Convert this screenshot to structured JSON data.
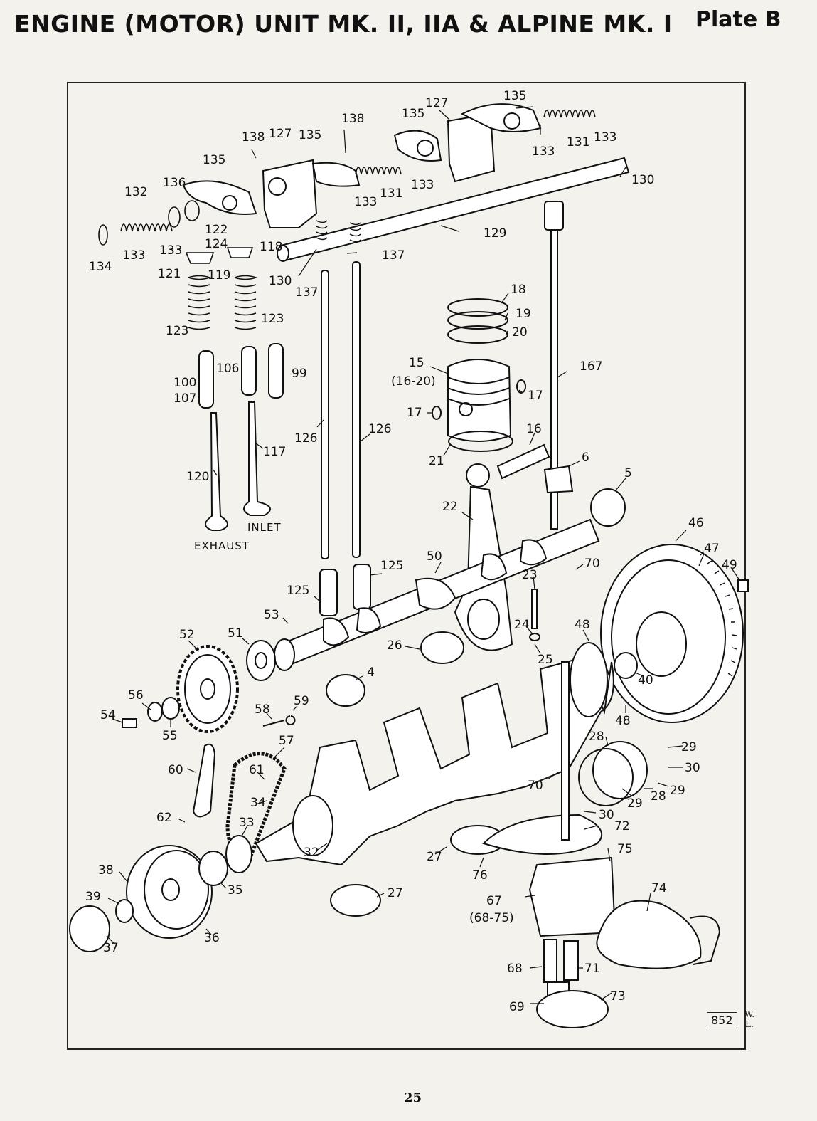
{
  "header": {
    "title": "ENGINE (MOTOR) UNIT MK. II, IIA & ALPINE MK. I",
    "plate": "Plate B"
  },
  "notes": {
    "exhaust": "EXHAUST",
    "inlet": "INLET"
  },
  "callouts": [
    {
      "id": "c135a",
      "text": "135"
    },
    {
      "id": "c127a",
      "text": "127"
    },
    {
      "id": "c135b",
      "text": "135"
    },
    {
      "id": "c138a",
      "text": "138"
    },
    {
      "id": "c138b",
      "text": "138"
    },
    {
      "id": "c127b",
      "text": "127"
    },
    {
      "id": "c135c",
      "text": "135"
    },
    {
      "id": "c135d",
      "text": "135"
    },
    {
      "id": "c133a",
      "text": "133"
    },
    {
      "id": "c131a",
      "text": "131"
    },
    {
      "id": "c133b",
      "text": "133"
    },
    {
      "id": "c130a",
      "text": "130"
    },
    {
      "id": "c136",
      "text": "136"
    },
    {
      "id": "c132",
      "text": "132"
    },
    {
      "id": "c133c",
      "text": "133"
    },
    {
      "id": "c131b",
      "text": "131"
    },
    {
      "id": "c133d",
      "text": "133"
    },
    {
      "id": "c133e",
      "text": "133"
    },
    {
      "id": "c129",
      "text": "129"
    },
    {
      "id": "c122",
      "text": "122"
    },
    {
      "id": "c124",
      "text": "124"
    },
    {
      "id": "c118",
      "text": "118"
    },
    {
      "id": "c137a",
      "text": "137"
    },
    {
      "id": "c134",
      "text": "134"
    },
    {
      "id": "c133f",
      "text": "133"
    },
    {
      "id": "c133g",
      "text": "133"
    },
    {
      "id": "c121",
      "text": "121"
    },
    {
      "id": "c119",
      "text": "119"
    },
    {
      "id": "c130b",
      "text": "130"
    },
    {
      "id": "c137b",
      "text": "137"
    },
    {
      "id": "c18",
      "text": "18"
    },
    {
      "id": "c19",
      "text": "19"
    },
    {
      "id": "c20",
      "text": "20"
    },
    {
      "id": "c123a",
      "text": "123"
    },
    {
      "id": "c123b",
      "text": "123"
    },
    {
      "id": "c167",
      "text": "167"
    },
    {
      "id": "c15",
      "text": "15"
    },
    {
      "id": "c1620",
      "text": "(16-20)"
    },
    {
      "id": "c17a",
      "text": "17"
    },
    {
      "id": "c100",
      "text": "100"
    },
    {
      "id": "c106",
      "text": "106"
    },
    {
      "id": "c99",
      "text": "99"
    },
    {
      "id": "c107",
      "text": "107"
    },
    {
      "id": "c17b",
      "text": "17"
    },
    {
      "id": "c126a",
      "text": "126"
    },
    {
      "id": "c126b",
      "text": "126"
    },
    {
      "id": "c16",
      "text": "16"
    },
    {
      "id": "c21",
      "text": "21"
    },
    {
      "id": "c117",
      "text": "117"
    },
    {
      "id": "c6",
      "text": "6"
    },
    {
      "id": "c120",
      "text": "120"
    },
    {
      "id": "c5",
      "text": "5"
    },
    {
      "id": "c22",
      "text": "22"
    },
    {
      "id": "c46",
      "text": "46"
    },
    {
      "id": "c47",
      "text": "47"
    },
    {
      "id": "c50",
      "text": "50"
    },
    {
      "id": "c70a",
      "text": "70"
    },
    {
      "id": "c49",
      "text": "49"
    },
    {
      "id": "c125a",
      "text": "125"
    },
    {
      "id": "c23",
      "text": "23"
    },
    {
      "id": "c125b",
      "text": "125"
    },
    {
      "id": "c53",
      "text": "53"
    },
    {
      "id": "c24",
      "text": "24"
    },
    {
      "id": "c48a",
      "text": "48"
    },
    {
      "id": "c52",
      "text": "52"
    },
    {
      "id": "c51",
      "text": "51"
    },
    {
      "id": "c26",
      "text": "26"
    },
    {
      "id": "c25",
      "text": "25"
    },
    {
      "id": "c40",
      "text": "40"
    },
    {
      "id": "c4",
      "text": "4"
    },
    {
      "id": "c56",
      "text": "56"
    },
    {
      "id": "c59",
      "text": "59"
    },
    {
      "id": "c48b",
      "text": "48"
    },
    {
      "id": "c54",
      "text": "54"
    },
    {
      "id": "c58",
      "text": "58"
    },
    {
      "id": "c55",
      "text": "55"
    },
    {
      "id": "c28a",
      "text": "28"
    },
    {
      "id": "c29a",
      "text": "29"
    },
    {
      "id": "c57",
      "text": "57"
    },
    {
      "id": "c60",
      "text": "60"
    },
    {
      "id": "c61",
      "text": "61"
    },
    {
      "id": "c30a",
      "text": "30"
    },
    {
      "id": "c70b",
      "text": "70"
    },
    {
      "id": "c29b",
      "text": "29"
    },
    {
      "id": "c28b",
      "text": "28"
    },
    {
      "id": "c29c",
      "text": "29"
    },
    {
      "id": "c34",
      "text": "34"
    },
    {
      "id": "c30b",
      "text": "30"
    },
    {
      "id": "c62",
      "text": "62"
    },
    {
      "id": "c33",
      "text": "33"
    },
    {
      "id": "c72",
      "text": "72"
    },
    {
      "id": "c75",
      "text": "75"
    },
    {
      "id": "c32",
      "text": "32"
    },
    {
      "id": "c27a",
      "text": "27"
    },
    {
      "id": "c38",
      "text": "38"
    },
    {
      "id": "c76",
      "text": "76"
    },
    {
      "id": "c74",
      "text": "74"
    },
    {
      "id": "c35",
      "text": "35"
    },
    {
      "id": "c27b",
      "text": "27"
    },
    {
      "id": "c39",
      "text": "39"
    },
    {
      "id": "c67",
      "text": "67"
    },
    {
      "id": "c6875",
      "text": "(68-75)"
    },
    {
      "id": "c36",
      "text": "36"
    },
    {
      "id": "c37",
      "text": "37"
    },
    {
      "id": "c68",
      "text": "68"
    },
    {
      "id": "c71",
      "text": "71"
    },
    {
      "id": "c73",
      "text": "73"
    },
    {
      "id": "c69",
      "text": "69"
    }
  ],
  "footer": {
    "ref_number": "852",
    "artist_initials_1": "W.",
    "artist_initials_2": "L.",
    "page_number": "25"
  }
}
